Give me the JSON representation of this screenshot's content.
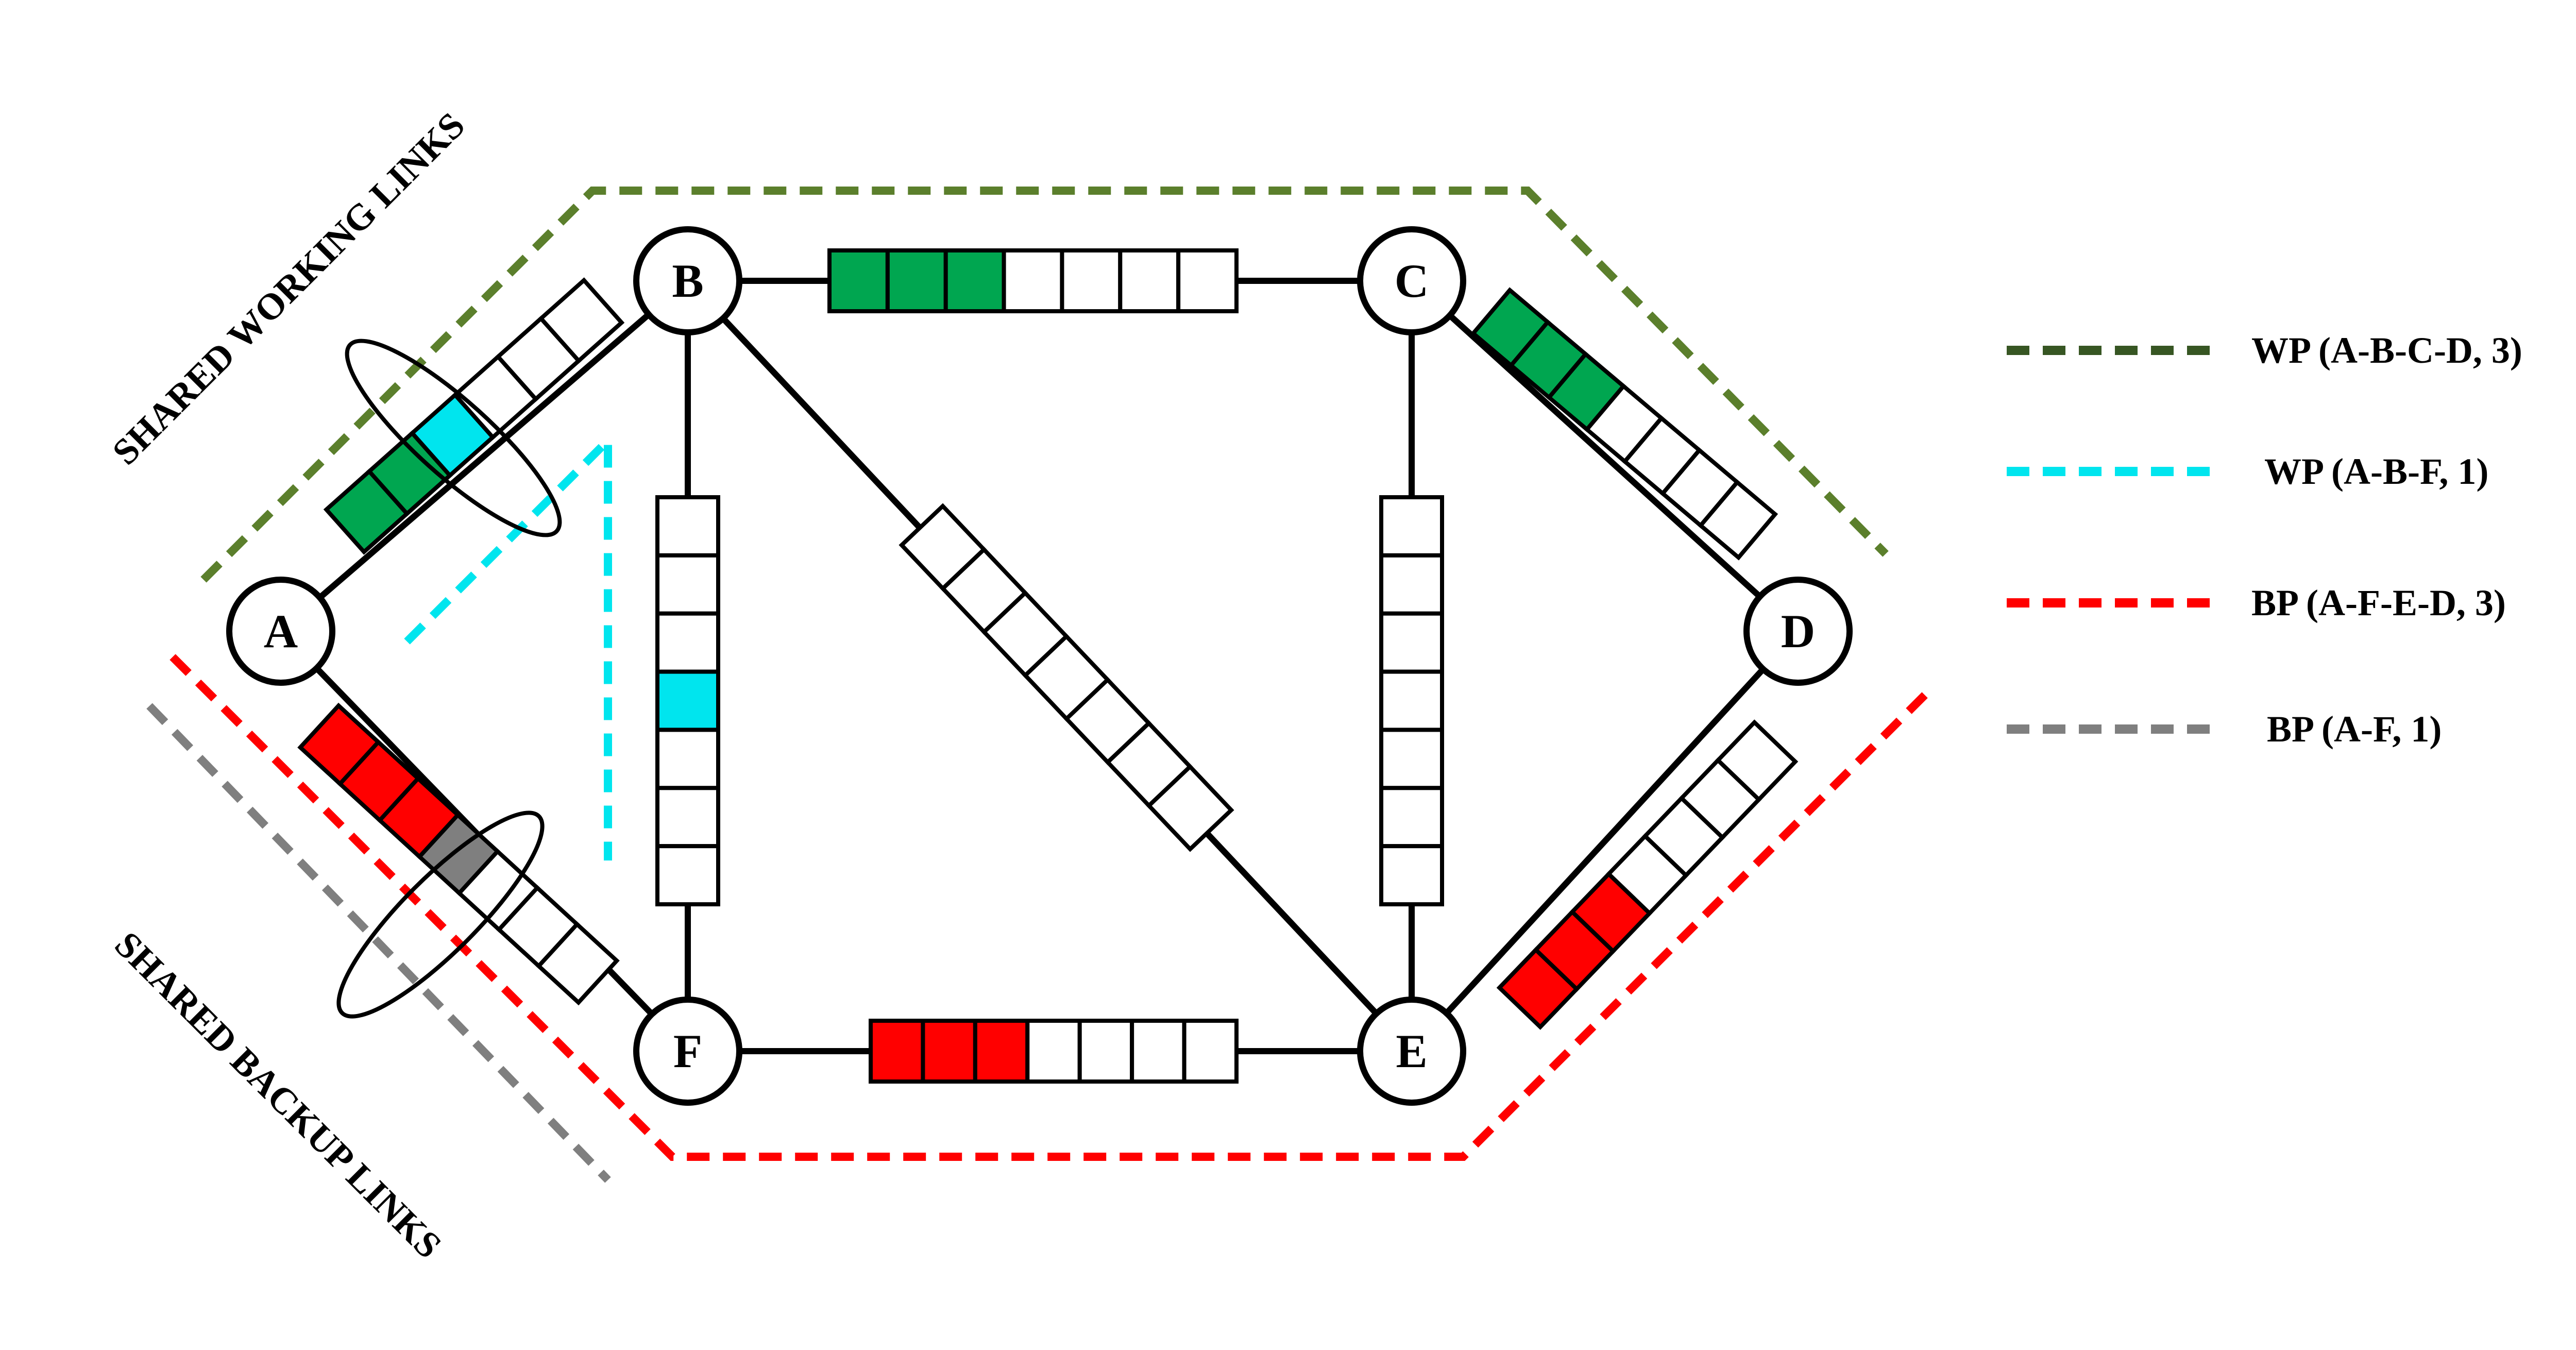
{
  "colors": {
    "working_green": "#00A650",
    "working_cyan": "#00E5EE",
    "backup_red": "#FF0000",
    "backup_gray": "#7F7F7F",
    "empty": "#FFFFFF",
    "wp_dark_line": "#375623",
    "wp_line": "#5B7F2C",
    "wp_cyan_line": "#00E5EE",
    "bp_red_line": "#FF0000",
    "bp_gray_line": "#7F7F7F"
  },
  "nodes": [
    {
      "id": "A",
      "label": "A"
    },
    {
      "id": "B",
      "label": "B"
    },
    {
      "id": "C",
      "label": "C"
    },
    {
      "id": "D",
      "label": "D"
    },
    {
      "id": "E",
      "label": "E"
    },
    {
      "id": "F",
      "label": "F"
    }
  ],
  "links": [
    {
      "id": "A-B",
      "slots": [
        "green",
        "green",
        "cyan",
        "empty",
        "empty",
        "empty"
      ]
    },
    {
      "id": "B-C",
      "slots": [
        "green",
        "green",
        "green",
        "empty",
        "empty",
        "empty",
        "empty"
      ]
    },
    {
      "id": "C-D",
      "slots": [
        "green",
        "green",
        "green",
        "empty",
        "empty",
        "empty",
        "empty"
      ]
    },
    {
      "id": "B-F",
      "slots": [
        "empty",
        "empty",
        "empty",
        "cyan",
        "empty",
        "empty",
        "empty"
      ]
    },
    {
      "id": "B-E",
      "slots": [
        "empty",
        "empty",
        "empty",
        "empty",
        "empty",
        "empty",
        "empty"
      ]
    },
    {
      "id": "C-E",
      "slots": [
        "empty",
        "empty",
        "empty",
        "empty",
        "empty",
        "empty",
        "empty"
      ]
    },
    {
      "id": "A-F",
      "slots": [
        "red",
        "red",
        "red",
        "gray",
        "empty",
        "empty",
        "empty"
      ]
    },
    {
      "id": "F-E",
      "slots": [
        "red",
        "red",
        "red",
        "empty",
        "empty",
        "empty",
        "empty"
      ]
    },
    {
      "id": "E-D",
      "slots": [
        "red",
        "red",
        "red",
        "empty",
        "empty",
        "empty",
        "empty"
      ]
    }
  ],
  "side_labels": {
    "working": "SHARED WORKING LINKS",
    "backup": "SHARED BACKUP LINKS"
  },
  "legend": [
    {
      "label": "WP (A-B-C-D, 3)",
      "color": "#375623"
    },
    {
      "label": "WP (A-B-F, 1)",
      "color": "#00E5EE"
    },
    {
      "label": "BP (A-F-E-D, 3)",
      "color": "#FF0000"
    },
    {
      "label": "BP (A-F, 1)",
      "color": "#7F7F7F"
    }
  ]
}
